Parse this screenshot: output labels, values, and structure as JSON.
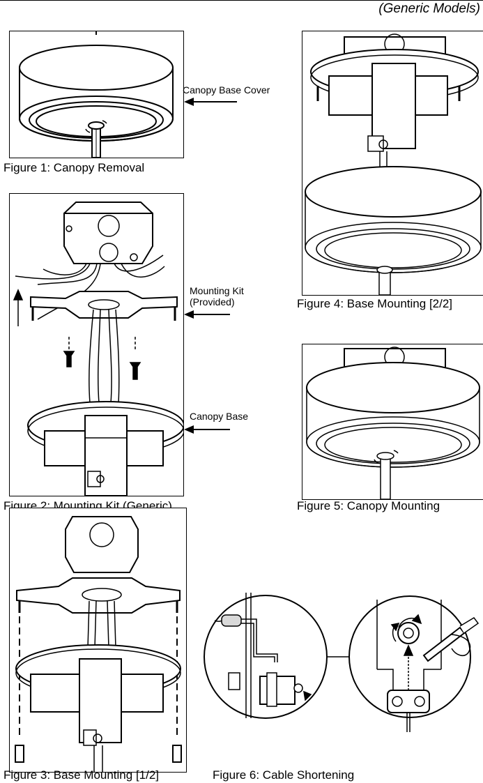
{
  "header": {
    "models_note": "(Generic Models)"
  },
  "figures": {
    "fig1": {
      "caption": "Figure 1: Canopy Removal",
      "callout": "Canopy Base Cover"
    },
    "fig2": {
      "caption": "Figure 2: Mounting Kit (Generic)",
      "callout_kit_line1": "Mounting Kit",
      "callout_kit_line2": "(Provided)",
      "callout_base": "Canopy Base"
    },
    "fig3": {
      "caption": "Figure 3: Base Mounting [1/2]"
    },
    "fig4": {
      "caption": "Figure 4: Base Mounting [2/2]"
    },
    "fig5": {
      "caption": "Figure 5: Canopy Mounting"
    },
    "fig6": {
      "caption": "Figure 6: Cable Shortening"
    }
  },
  "colors": {
    "ink": "#000000",
    "paper": "#ffffff",
    "shade": "#d9d9d9"
  }
}
